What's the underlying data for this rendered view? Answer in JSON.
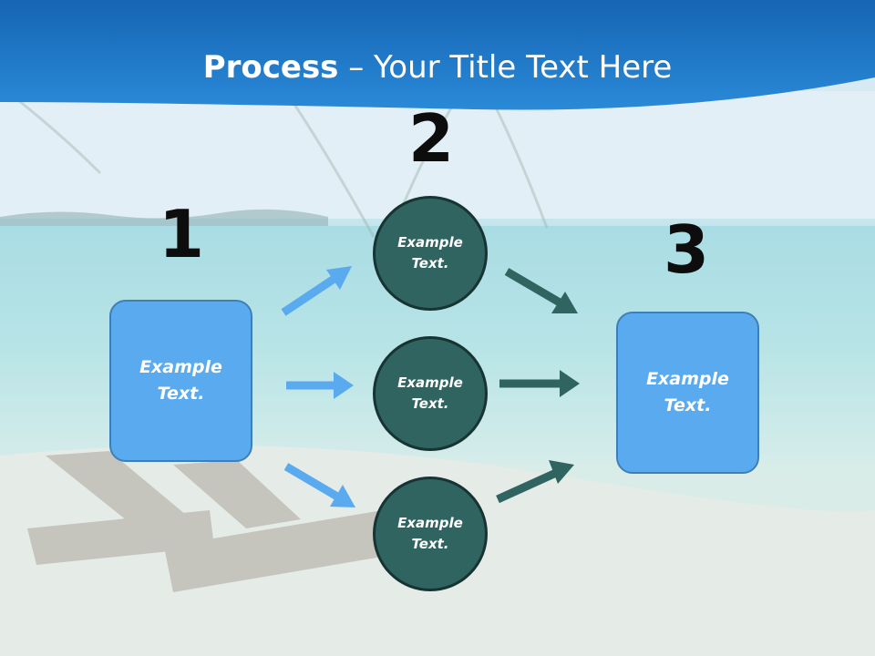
{
  "title": {
    "strong": "Process",
    "rest": " – Your Title Text Here"
  },
  "steps": [
    {
      "number": "1",
      "text": "Example Text."
    },
    {
      "number": "2",
      "items": [
        "Example Text.",
        "Example Text.",
        "Example Text."
      ]
    },
    {
      "number": "3",
      "text": "Example Text."
    }
  ],
  "colors": {
    "header": "#1f79c9",
    "box_fill": "#5aaaf0",
    "circle_fill": "#2f6461",
    "arrow_light": "#5aaaf0",
    "arrow_dark": "#2f6461"
  }
}
